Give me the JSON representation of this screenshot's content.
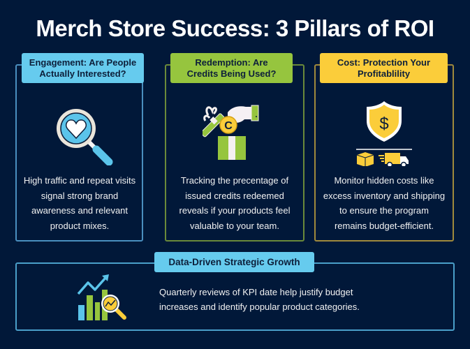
{
  "title": "Merch Store Success: 3 Pillars of ROI",
  "colors": {
    "background": "#011839",
    "blue_accent": "#66cbee",
    "green_accent": "#96c53e",
    "gold_accent": "#fbcd3a"
  },
  "pillars": [
    {
      "heading_line1": "Engagement: Are People",
      "heading_line2": "Actually Interested?",
      "icon": "magnifier-heart-icon",
      "description_lines": [
        "High traffic and repeat visits",
        "signal strong brand",
        "awareness and relevant",
        "product mixes."
      ]
    },
    {
      "heading_line1": "Redemption: Are",
      "heading_line2": "Credits Being Used?",
      "icon": "hand-coin-gift-icon",
      "description_lines": [
        "Tracking the precentage of",
        "issued credits redeemed",
        "reveals if your products feel",
        "valuable to your team."
      ]
    },
    {
      "heading_line1": "Cost: Protection Your",
      "heading_line2": "Profitablility",
      "icon": "shield-dollar-shipping-icon",
      "description_lines": [
        "Monitor hidden costs like",
        "excess inventory and shipping",
        "to ensure the program",
        "remains budget-efficient."
      ]
    }
  ],
  "growth": {
    "heading": "Data-Driven Strategic Growth",
    "icon": "growth-chart-magnifier-icon",
    "description_lines": [
      "Quarterly reviews of KPI date help justify budget",
      "increases and identify popular product categories."
    ]
  }
}
